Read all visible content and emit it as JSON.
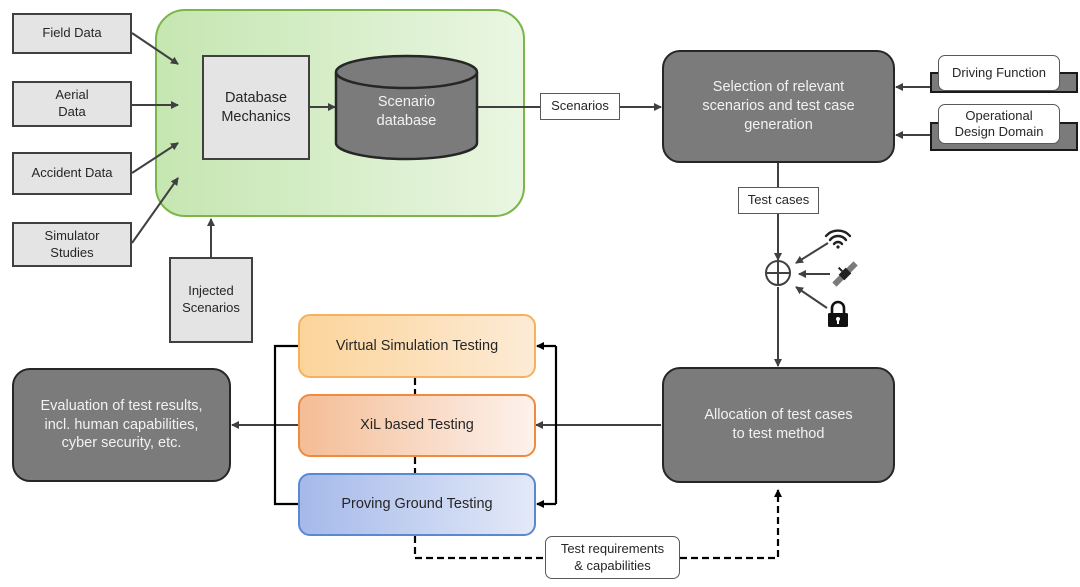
{
  "sources": [
    {
      "id": "field-data",
      "label": "Field Data"
    },
    {
      "id": "aerial-data",
      "label": "Aerial\nData"
    },
    {
      "id": "accident-data",
      "label": "Accident Data"
    },
    {
      "id": "simulator-studies",
      "label": "Simulator\nStudies"
    }
  ],
  "injected": {
    "label": "Injected\nScenarios"
  },
  "database_mechanics": {
    "label": "Database\nMechanics"
  },
  "scenario_database": {
    "label": "Scenario\ndatabase"
  },
  "edge_labels": {
    "scenarios": "Scenarios",
    "test_cases": "Test cases",
    "test_requirements": "Test requirements\n& capabilities"
  },
  "selection": {
    "label": "Selection of relevant\nscenarios and test case\ngeneration"
  },
  "context_inputs": [
    {
      "id": "driving-function",
      "label": "Driving Function"
    },
    {
      "id": "odd",
      "label": "Operational\nDesign Domain"
    }
  ],
  "merge_inputs": [
    {
      "id": "wifi",
      "icon": "wifi-icon"
    },
    {
      "id": "satellite",
      "icon": "satellite-icon"
    },
    {
      "id": "lock",
      "icon": "lock-icon"
    }
  ],
  "allocation": {
    "label": "Allocation of test cases\nto test method"
  },
  "test_methods": [
    {
      "id": "virtual-simulation",
      "label": "Virtual Simulation Testing",
      "color": "#f5b15e"
    },
    {
      "id": "xil",
      "label": "XiL based Testing",
      "color": "#ef8a3e"
    },
    {
      "id": "proving-ground",
      "label": "Proving Ground Testing",
      "color": "#5b88d2"
    }
  ],
  "evaluation": {
    "label": "Evaluation of test results,\nincl. human capabilities,\ncyber security, etc."
  },
  "colors": {
    "container_green": "#7ab648",
    "dark_node": "#7b7b7b",
    "arrow": "#404040"
  }
}
